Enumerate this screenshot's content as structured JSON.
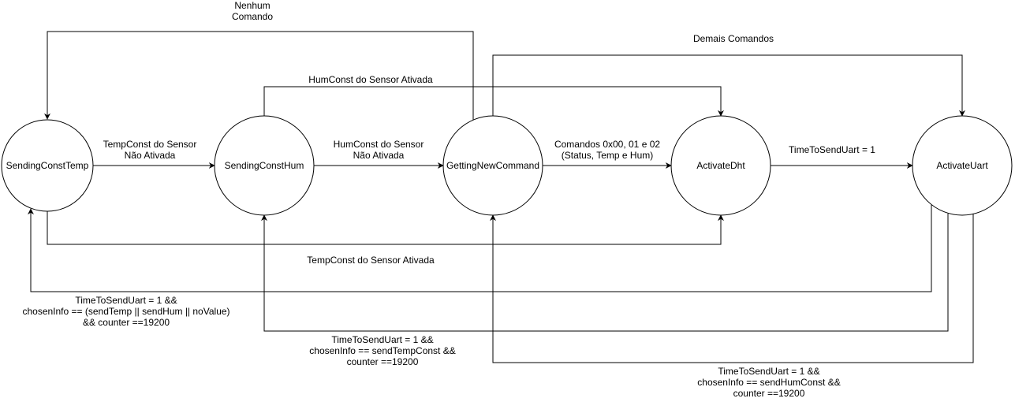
{
  "colors": {
    "stroke": "#000000",
    "background": "#ffffff",
    "text": "#000000"
  },
  "states": {
    "sending_const_temp": "SendingConstTemp",
    "sending_const_hum": "SendingConstHum",
    "getting_new_command": "GettingNewCommand",
    "activate_dht": "ActivateDht",
    "activate_uart": "ActivateUart"
  },
  "transitions": {
    "nenhum_comando": "Nenhum\nComando",
    "demais_comandos": "Demais Comandos",
    "humconst_ativada": "HumConst do Sensor Ativada",
    "tempconst_nao_ativada": "TempConst do Sensor\nNão Ativada",
    "humconst_nao_ativada": "HumConst do Sensor\nNão Ativada",
    "comandos": "Comandos 0x00, 01 e 02\n(Status, Temp e Hum)",
    "time_to_send_uart": "TimeToSendUart = 1",
    "tempconst_ativada": "TempConst do Sensor Ativada",
    "uart_to_temp": "TimeToSendUart = 1 &&\nchosenInfo == (sendTemp || sendHum || noValue)\n&& counter ==19200",
    "uart_to_hum": "TimeToSendUart = 1 &&\nchosenInfo == sendTempConst &&\ncounter ==19200",
    "uart_to_cmd": "TimeToSendUart = 1 &&\nchosenInfo == sendHumConst &&\ncounter ==19200"
  }
}
